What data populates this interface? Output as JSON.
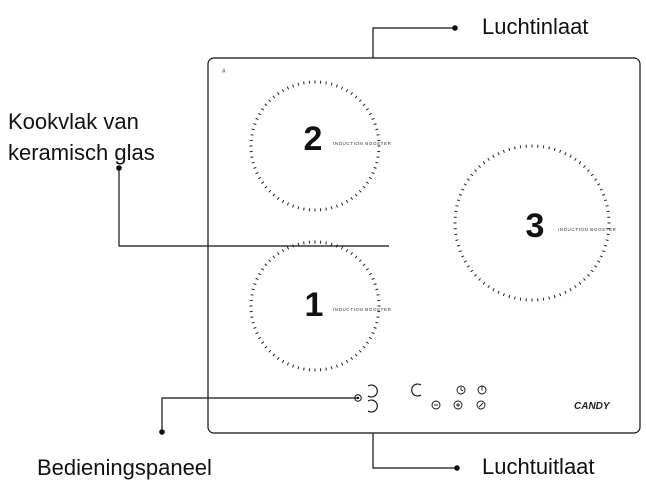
{
  "labels": {
    "air_inlet": "Luchtinlaat",
    "glass_line1": "Kookvlak van",
    "glass_line2": "keramisch  glas",
    "control_panel": "Bedieningspaneel",
    "air_outlet": "Luchtuitlaat"
  },
  "zones": [
    {
      "number": "2",
      "booster": "INDUCTION BOOSTER"
    },
    {
      "number": "1",
      "booster": "INDUCTION BOOSTER"
    },
    {
      "number": "3",
      "booster": "INDUCTION BOOSTER"
    }
  ],
  "brand": "CANDY",
  "colors": {
    "line": "#111111",
    "background": "#ffffff"
  }
}
